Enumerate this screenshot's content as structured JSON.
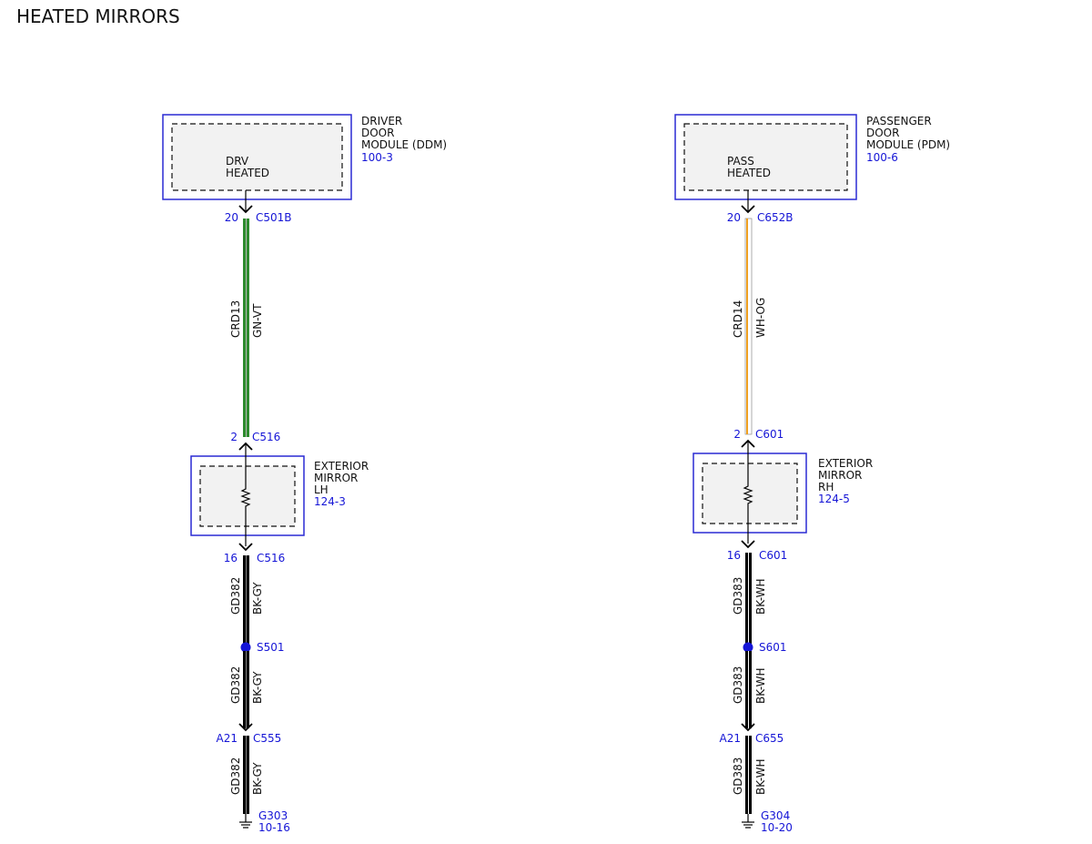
{
  "title": "HEATED MIRRORS",
  "colors": {
    "ref_blue": "#1515d6",
    "box_blue": "#2a2ad4",
    "green": "#2e8b2e",
    "orange": "#f0a020",
    "black": "#000000"
  },
  "left": {
    "module": {
      "name_lines": [
        "DRIVER",
        "DOOR",
        "MODULE (DDM)"
      ],
      "ref": "100-3",
      "inner_lines": [
        "DRV",
        "HEATED"
      ]
    },
    "conn1": {
      "pin": "20",
      "name": "C501B"
    },
    "wire1": {
      "circuit": "CRD13",
      "color": "GN-VT"
    },
    "conn2": {
      "pin": "2",
      "name": "C516"
    },
    "mirror": {
      "name_lines": [
        "EXTERIOR",
        "MIRROR",
        "LH"
      ],
      "ref": "124-3"
    },
    "conn3": {
      "pin": "16",
      "name": "C516"
    },
    "wire2": {
      "circuit": "GD382",
      "color": "BK-GY"
    },
    "splice": {
      "name": "S501"
    },
    "wire3": {
      "circuit": "GD382",
      "color": "BK-GY"
    },
    "conn4": {
      "pin": "A21",
      "name": "C555"
    },
    "wire4": {
      "circuit": "GD382",
      "color": "BK-GY"
    },
    "ground": {
      "name": "G303",
      "ref": "10-16"
    }
  },
  "right": {
    "module": {
      "name_lines": [
        "PASSENGER",
        "DOOR",
        "MODULE (PDM)"
      ],
      "ref": "100-6",
      "inner_lines": [
        "PASS",
        "HEATED"
      ]
    },
    "conn1": {
      "pin": "20",
      "name": "C652B"
    },
    "wire1": {
      "circuit": "CRD14",
      "color": "WH-OG"
    },
    "conn2": {
      "pin": "2",
      "name": "C601"
    },
    "mirror": {
      "name_lines": [
        "EXTERIOR",
        "MIRROR",
        "RH"
      ],
      "ref": "124-5"
    },
    "conn3": {
      "pin": "16",
      "name": "C601"
    },
    "wire2": {
      "circuit": "GD383",
      "color": "BK-WH"
    },
    "splice": {
      "name": "S601"
    },
    "wire3": {
      "circuit": "GD383",
      "color": "BK-WH"
    },
    "conn4": {
      "pin": "A21",
      "name": "C655"
    },
    "wire4": {
      "circuit": "GD383",
      "color": "BK-WH"
    },
    "ground": {
      "name": "G304",
      "ref": "10-20"
    }
  }
}
